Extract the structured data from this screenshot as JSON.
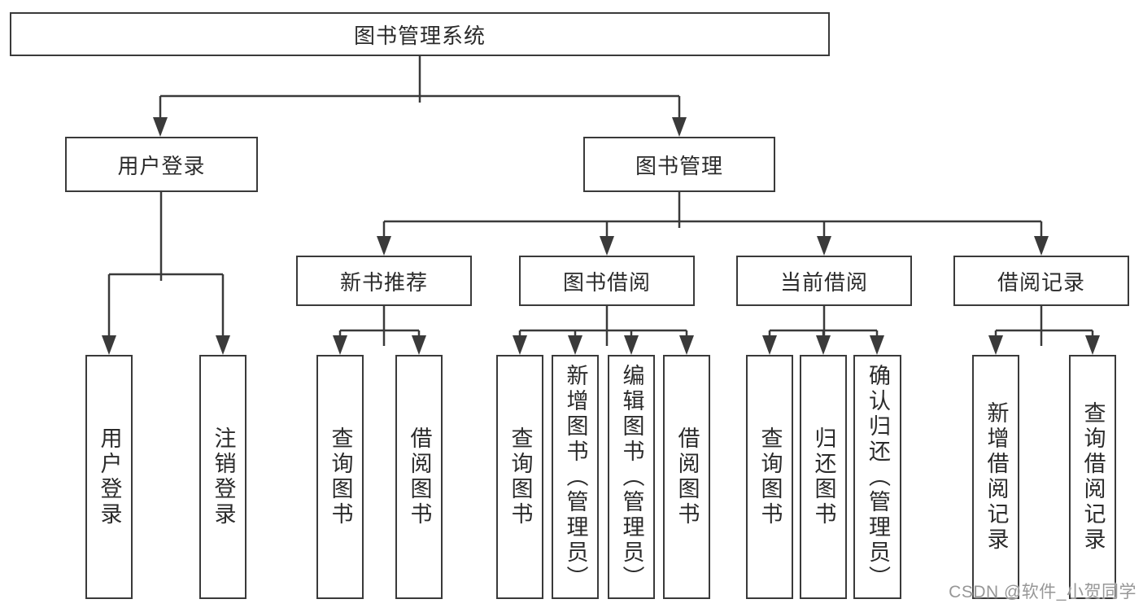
{
  "diagram": {
    "title": "图书管理系统",
    "root": "图书管理系统",
    "branches": [
      {
        "label": "用户登录",
        "children": [
          "用户登录",
          "注销登录"
        ]
      },
      {
        "label": "图书管理",
        "children": [
          {
            "label": "新书推荐",
            "children": [
              "查询图书",
              "借阅图书"
            ]
          },
          {
            "label": "图书借阅",
            "children": [
              "查询图书",
              "新增图书（管理员）",
              "编辑图书（管理员）",
              "借阅图书"
            ]
          },
          {
            "label": "当前借阅",
            "children": [
              "查询图书",
              "归还图书",
              "确认归还（管理员）"
            ]
          },
          {
            "label": "借阅记录",
            "children": [
              "新增借阅记录",
              "查询借阅记录"
            ]
          }
        ]
      }
    ]
  },
  "watermark": "CSDN @软件_小贺同学",
  "colors": {
    "line": "#3a3a3a",
    "text": "#2b2b2b",
    "box_background": "#ffffff",
    "watermark": "#979797",
    "background": "#ffffff"
  }
}
